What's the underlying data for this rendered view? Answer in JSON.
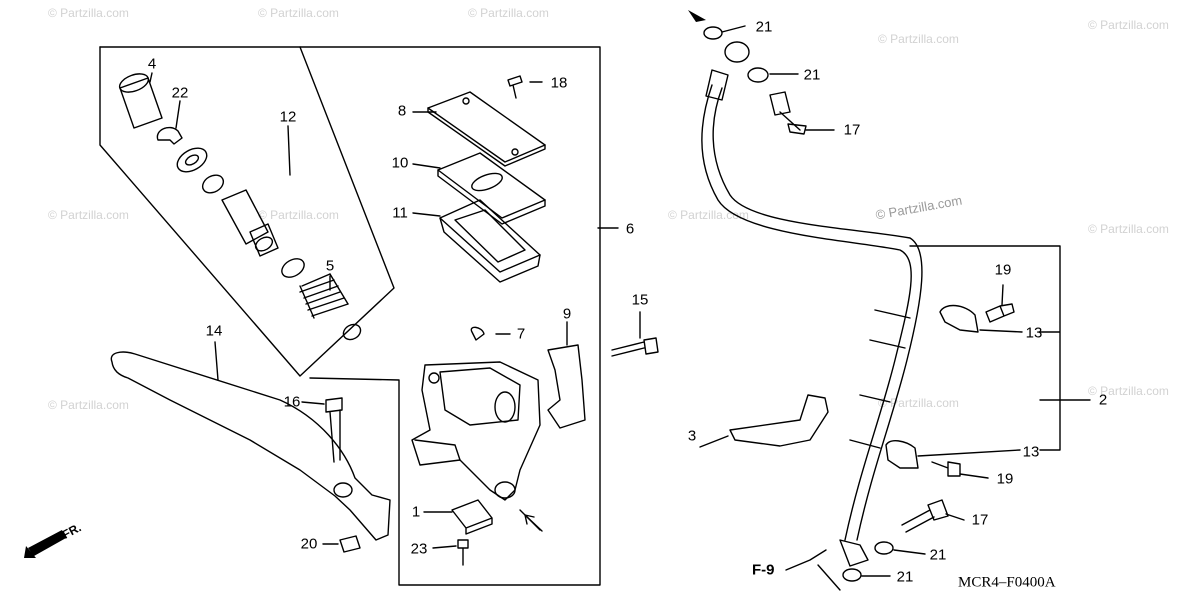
{
  "diagram": {
    "drawing_code": "MCR4–F0400A",
    "figure_reference": "F-9",
    "direction_label": "FR.",
    "watermark": "© Partzilla.com",
    "callouts": [
      {
        "id": "c-1",
        "label": "1"
      },
      {
        "id": "c-2",
        "label": "2"
      },
      {
        "id": "c-3",
        "label": "3"
      },
      {
        "id": "c-4",
        "label": "4"
      },
      {
        "id": "c-5",
        "label": "5"
      },
      {
        "id": "c-6",
        "label": "6"
      },
      {
        "id": "c-7",
        "label": "7"
      },
      {
        "id": "c-8",
        "label": "8"
      },
      {
        "id": "c-9",
        "label": "9"
      },
      {
        "id": "c-10",
        "label": "10"
      },
      {
        "id": "c-11",
        "label": "11"
      },
      {
        "id": "c-12",
        "label": "12"
      },
      {
        "id": "c-13a",
        "label": "13"
      },
      {
        "id": "c-13b",
        "label": "13"
      },
      {
        "id": "c-14",
        "label": "14"
      },
      {
        "id": "c-15",
        "label": "15"
      },
      {
        "id": "c-16",
        "label": "16"
      },
      {
        "id": "c-17a",
        "label": "17"
      },
      {
        "id": "c-17b",
        "label": "17"
      },
      {
        "id": "c-18",
        "label": "18"
      },
      {
        "id": "c-19a",
        "label": "19"
      },
      {
        "id": "c-19b",
        "label": "19"
      },
      {
        "id": "c-20",
        "label": "20"
      },
      {
        "id": "c-21a",
        "label": "21"
      },
      {
        "id": "c-21b",
        "label": "21"
      },
      {
        "id": "c-21c",
        "label": "21"
      },
      {
        "id": "c-21d",
        "label": "21"
      },
      {
        "id": "c-22",
        "label": "22"
      },
      {
        "id": "c-23",
        "label": "23"
      }
    ]
  }
}
